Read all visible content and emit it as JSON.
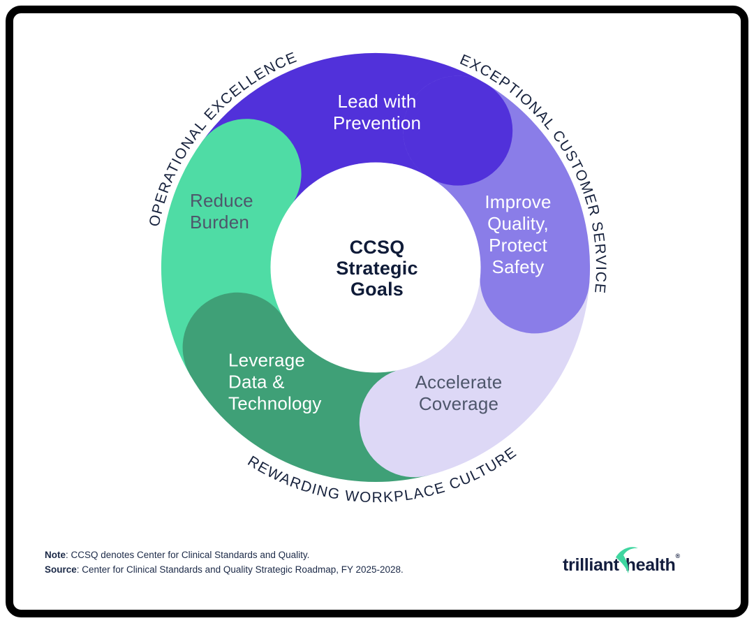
{
  "diagram": {
    "center_label": "CCSQ\nStrategic\nGoals",
    "segments": [
      {
        "name": "lead-with-prevention",
        "label": "Lead with\nPrevention",
        "color": "#5131DA",
        "text_color": "#FFFFFF"
      },
      {
        "name": "improve-quality-protect-safety",
        "label": "Improve\nQuality,\nProtect\nSafety",
        "color": "#8A7DE8",
        "text_color": "#FFFFFF"
      },
      {
        "name": "accelerate-coverage",
        "label": "Accelerate\nCoverage",
        "color": "#DDD8F6",
        "text_color": "#4E566B"
      },
      {
        "name": "leverage-data-technology",
        "label": "Leverage\nData &\nTechnology",
        "color": "#3FA077",
        "text_color": "#FFFFFF"
      },
      {
        "name": "reduce-burden",
        "label": "Reduce\nBurden",
        "color": "#4FDCA5",
        "text_color": "#4E566B"
      }
    ],
    "outer_labels": [
      {
        "name": "operational-excellence",
        "text": "OPERATIONAL EXCELLENCE"
      },
      {
        "name": "exceptional-customer-service",
        "text": "EXCEPTIONAL CUSTOMER SERVICE"
      },
      {
        "name": "rewarding-workplace-culture",
        "text": "REWARDING WORKPLACE CULTURE"
      }
    ]
  },
  "footer": {
    "note_label": "Note",
    "note_text": ": CCSQ denotes Center for Clinical Standards and Quality.",
    "source_label": "Source",
    "source_text": ": Center for Clinical Standards and Quality Strategic Roadmap, FY 2025-2028."
  },
  "logo": {
    "word1": "trilliant",
    "word2": "health",
    "registered": "®"
  },
  "colors": {
    "ink": "#16213C",
    "label_dark": "#4E566B",
    "frame": "#000000",
    "background": "#FFFFFF",
    "swoosh": "#3FD6A0"
  }
}
